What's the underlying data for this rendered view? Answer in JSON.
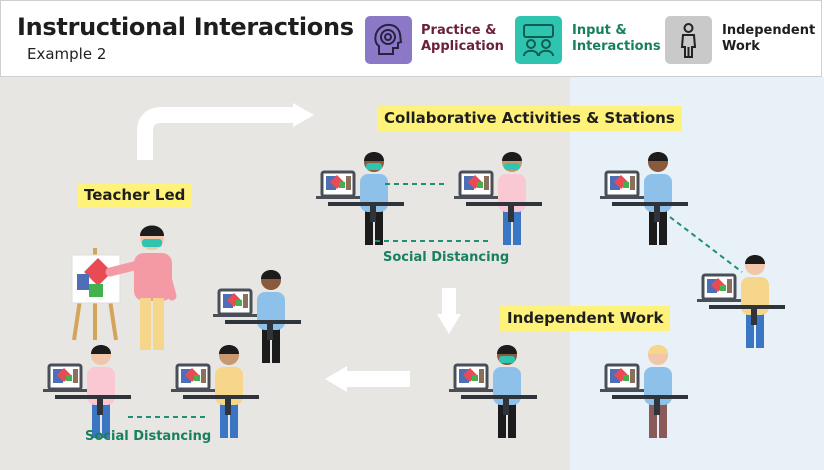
{
  "header": {
    "title": "Instructional Interactions",
    "subtitle": "Example 2"
  },
  "legend": [
    {
      "icon": "head-gear-icon",
      "label_line1": "Practice &",
      "label_line2": "Application",
      "color": "#8b79c8",
      "text_color": "#6b1f3b"
    },
    {
      "icon": "people-icon",
      "label_line1": "Input &",
      "label_line2": "Interactions",
      "color": "#2ec4b0",
      "text_color": "#17805e"
    },
    {
      "icon": "person-icon",
      "label_line1": "Independent",
      "label_line2": "Work",
      "color": "#c9c9c9",
      "text_color": "#1e1e1e"
    }
  ],
  "labels": {
    "teacher_led": "Teacher Led",
    "collaborative": "Collaborative Activities & Stations",
    "independent": "Independent Work",
    "social_distancing_top": "Social Distancing",
    "social_distancing_bottom": "Social Distancing"
  },
  "colors": {
    "left_bg": "#e8e6e3",
    "right_bg": "#e8f1f8",
    "tag_bg": "#fff27a",
    "dash": "#1f8f74"
  }
}
